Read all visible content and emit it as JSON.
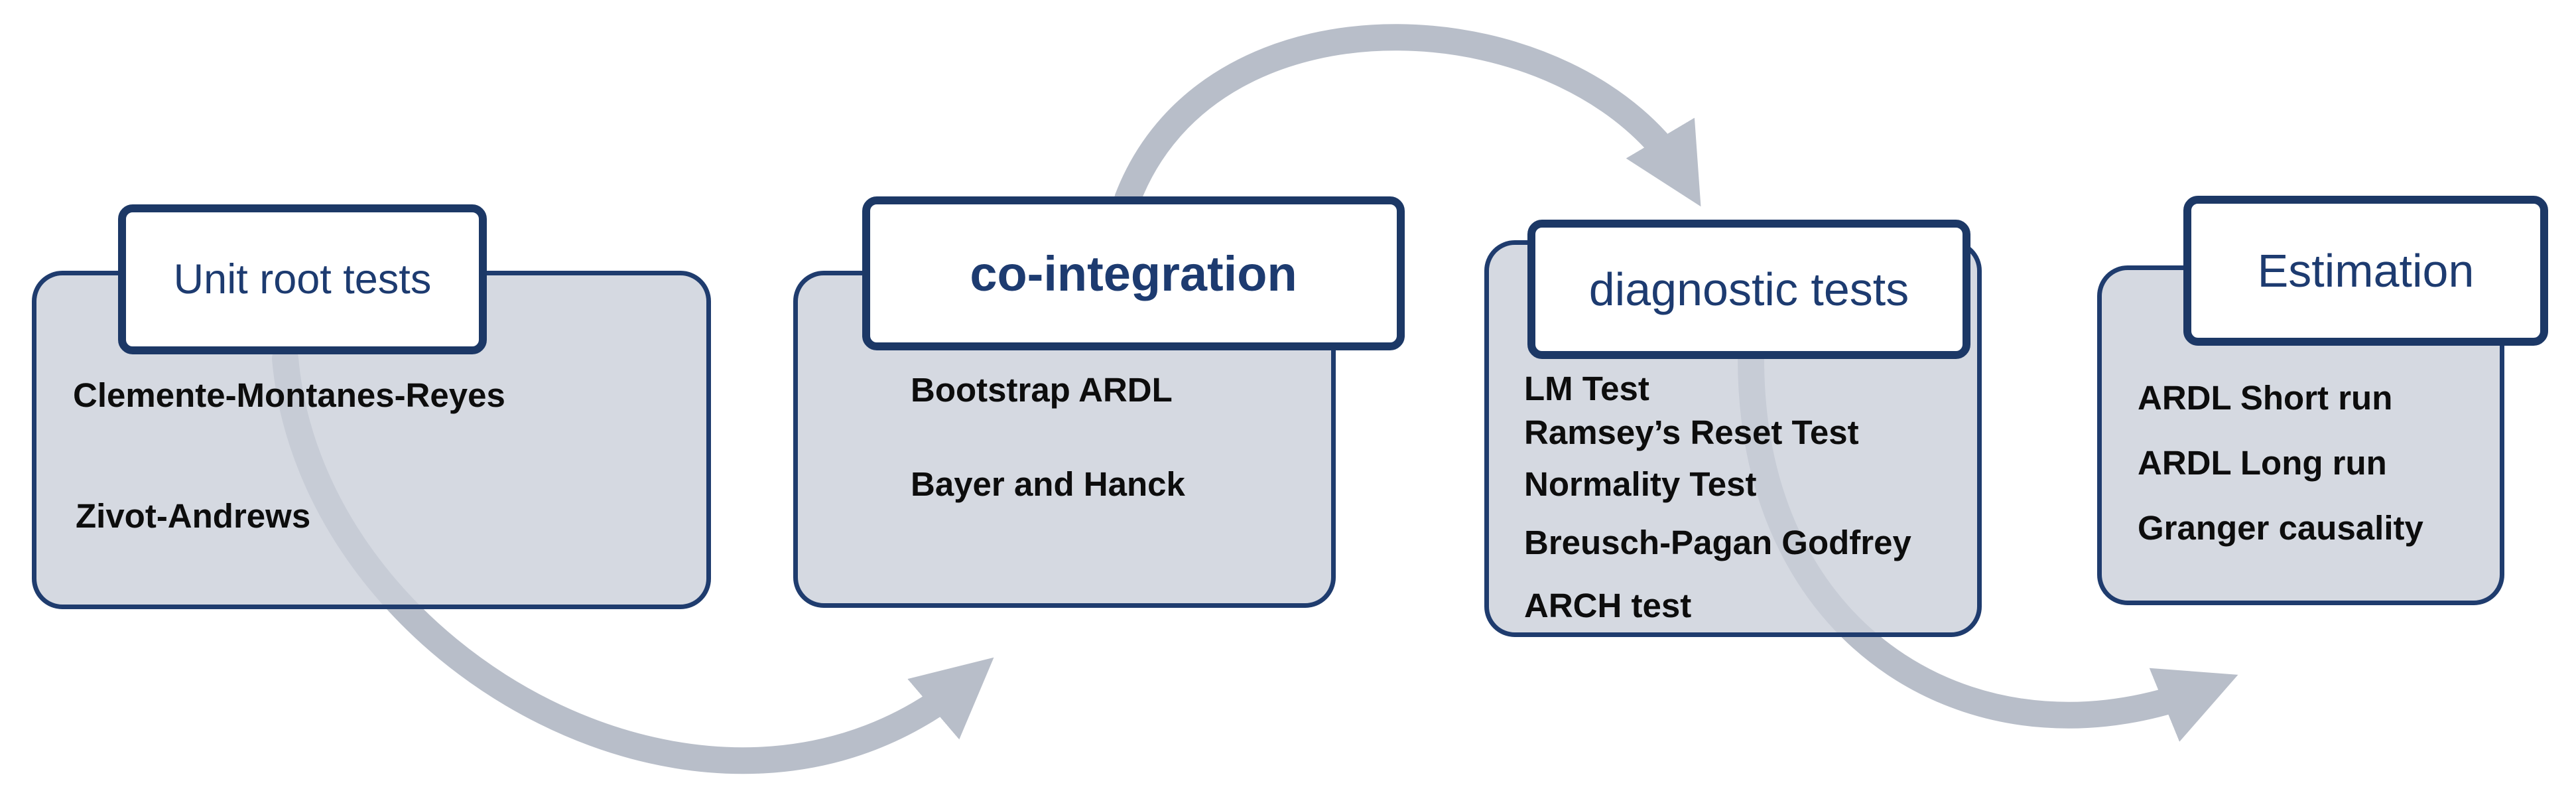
{
  "colors": {
    "box_fill": "#cacfda",
    "box_border": "#1f3c6e",
    "title_text": "#1d3b70",
    "arrow": "#b8bec9"
  },
  "stages": [
    {
      "title": "Unit root tests",
      "items": [
        "Clemente-Montanes-Reyes",
        "Zivot-Andrews"
      ]
    },
    {
      "title": "co-integration",
      "items": [
        "Bootstrap ARDL",
        "Bayer and Hanck"
      ]
    },
    {
      "title": "diagnostic tests",
      "items": [
        "LM  Test",
        "Ramsey’s  Reset Test",
        "Normality  Test",
        "Breusch-Pagan Godfrey",
        "ARCH test"
      ]
    },
    {
      "title": "Estimation",
      "items": [
        "ARDL  Short run",
        "ARDL  Long run",
        "Granger causality"
      ]
    }
  ]
}
